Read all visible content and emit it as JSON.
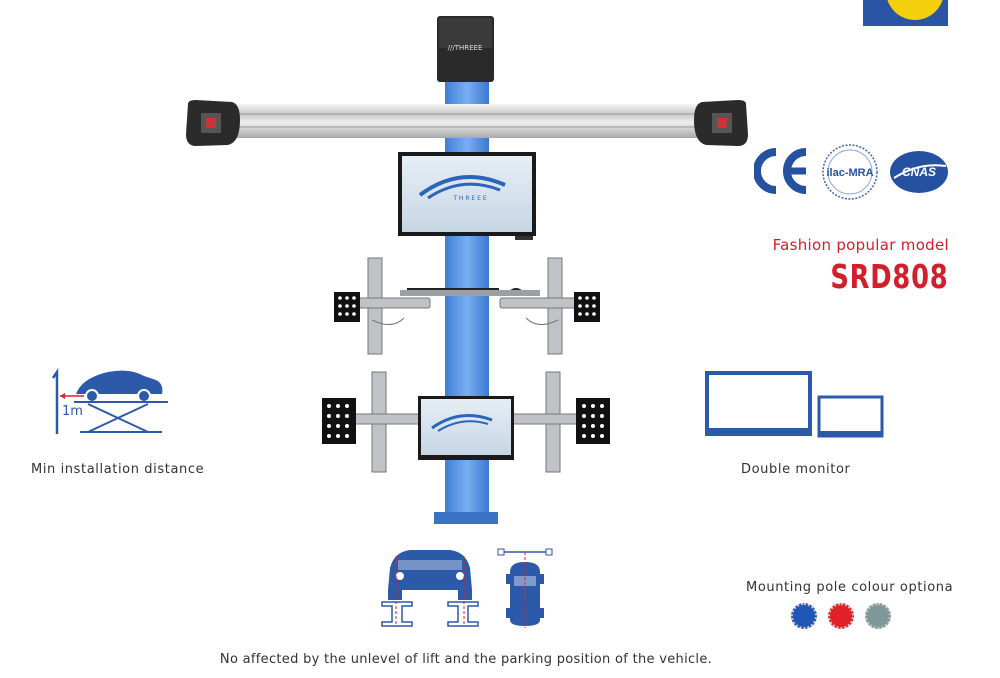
{
  "product": {
    "tagline": "Fashion popular model",
    "model": "SRD808",
    "brand": "THREEE"
  },
  "certifications": [
    "CE",
    "ilac-MRA",
    "CNAS"
  ],
  "features": {
    "min_distance_label": "Min installation distance",
    "distance_value": "1m",
    "double_monitor_label": "Double monitor",
    "pole_colour_label": "Mounting pole colour optiona",
    "pole_colours": [
      "#1f57b8",
      "#e2202a",
      "#7f969b"
    ],
    "bottom_note": "No affected by the unlevel of lift and the parking position of the vehicle."
  }
}
